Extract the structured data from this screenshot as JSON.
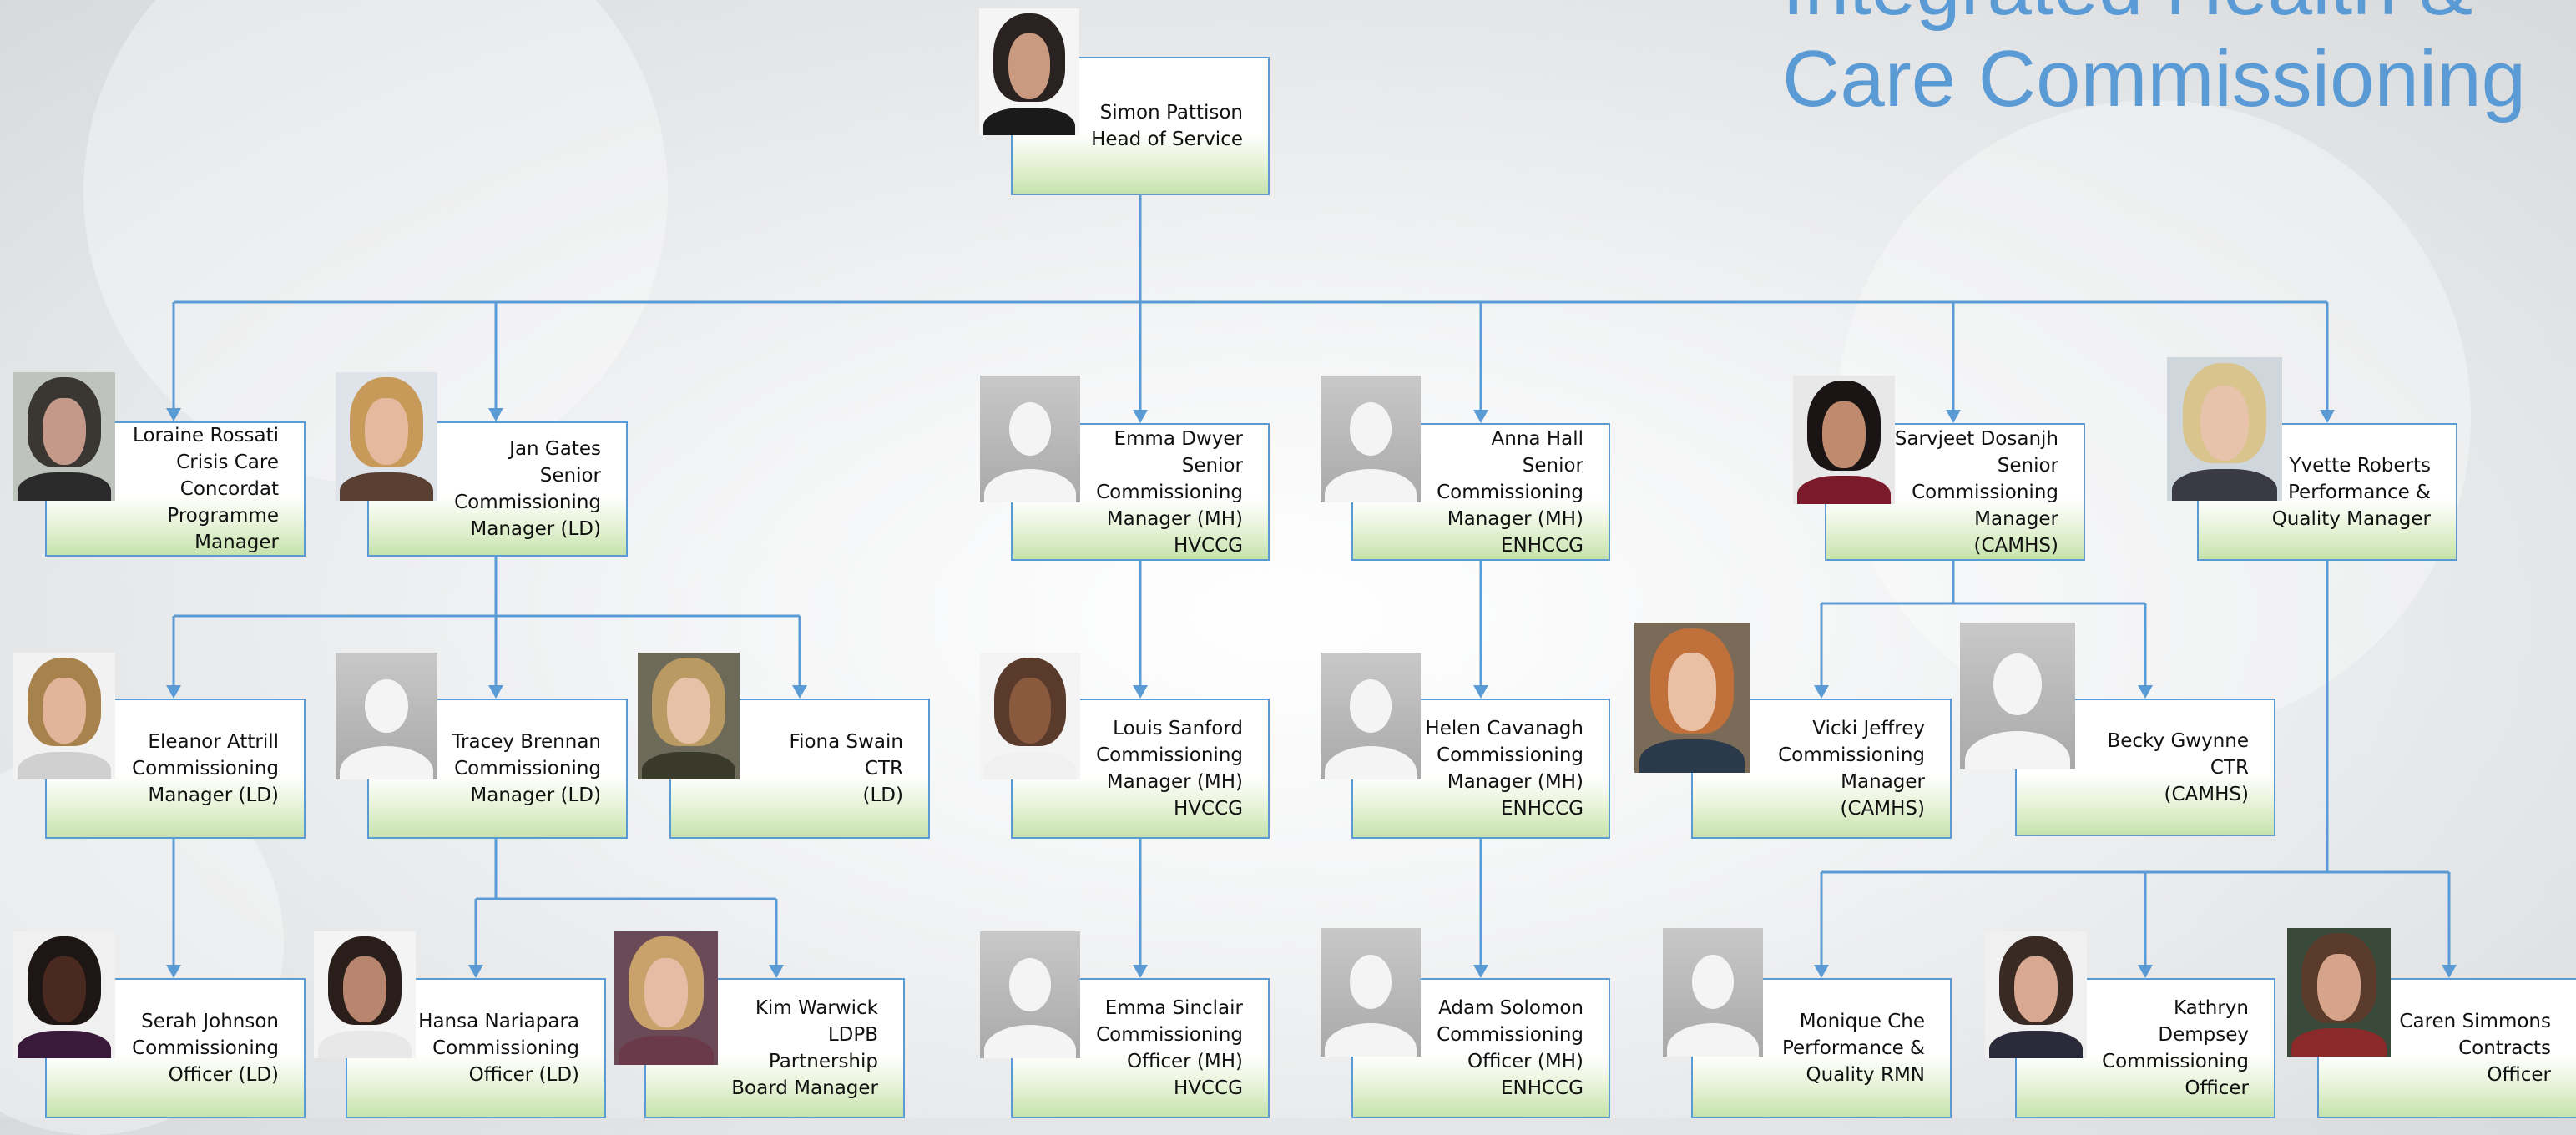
{
  "title": {
    "line1": "Integrated Health &",
    "line2": "Care Commissioning"
  },
  "colors": {
    "accent": "#5b9bd5",
    "card_border": "#5b9bd5",
    "card_fill_bottom": "#c6e3ad",
    "connector": "#5b9bd5"
  },
  "people": [
    {
      "id": "simon",
      "lines": [
        "Simon Pattison",
        "Head of Service"
      ],
      "photo": "photo"
    },
    {
      "id": "loraine",
      "lines": [
        "Loraine Rossati",
        "Crisis Care",
        "Concordat",
        "Programme",
        "Manager"
      ],
      "photo": "photo"
    },
    {
      "id": "jan",
      "lines": [
        "Jan Gates",
        "Senior",
        "Commissioning",
        "Manager (LD)"
      ],
      "photo": "photo"
    },
    {
      "id": "emmad",
      "lines": [
        "Emma Dwyer",
        "Senior",
        "Commissioning",
        "Manager (MH)",
        "HVCCG"
      ],
      "photo": "placeholder"
    },
    {
      "id": "anna",
      "lines": [
        "Anna Hall",
        "Senior",
        "Commissioning",
        "Manager (MH)",
        "ENHCCG"
      ],
      "photo": "placeholder"
    },
    {
      "id": "sarvjeet",
      "lines": [
        "Sarvjeet Dosanjh",
        "Senior",
        "Commissioning",
        "Manager",
        "(CAMHS)"
      ],
      "photo": "photo"
    },
    {
      "id": "yvette",
      "lines": [
        "Yvette Roberts",
        "Performance &",
        "Quality Manager"
      ],
      "photo": "photo"
    },
    {
      "id": "eleanor",
      "lines": [
        "Eleanor Attrill",
        "Commissioning",
        "Manager (LD)"
      ],
      "photo": "photo"
    },
    {
      "id": "tracey",
      "lines": [
        "Tracey Brennan",
        "Commissioning",
        "Manager (LD)"
      ],
      "photo": "placeholder"
    },
    {
      "id": "fiona",
      "lines": [
        "Fiona Swain",
        "CTR",
        "(LD)"
      ],
      "photo": "photo"
    },
    {
      "id": "louis",
      "lines": [
        "Louis Sanford",
        "Commissioning",
        "Manager (MH)",
        "HVCCG"
      ],
      "photo": "photo"
    },
    {
      "id": "helen",
      "lines": [
        "Helen Cavanagh",
        "Commissioning",
        "Manager (MH)",
        "ENHCCG"
      ],
      "photo": "placeholder"
    },
    {
      "id": "vicki",
      "lines": [
        "Vicki Jeffrey",
        "Commissioning",
        "Manager",
        "(CAMHS)"
      ],
      "photo": "photo"
    },
    {
      "id": "becky",
      "lines": [
        "Becky Gwynne",
        "CTR",
        "(CAMHS)"
      ],
      "photo": "placeholder"
    },
    {
      "id": "serah",
      "lines": [
        "Serah Johnson",
        "Commissioning",
        "Officer (LD)"
      ],
      "photo": "photo"
    },
    {
      "id": "hansa",
      "lines": [
        "Hansa Nariapara",
        "Commissioning",
        "Officer (LD)"
      ],
      "photo": "photo"
    },
    {
      "id": "kim",
      "lines": [
        "Kim Warwick",
        "LDPB",
        "Partnership",
        "Board Manager"
      ],
      "photo": "photo"
    },
    {
      "id": "emmas",
      "lines": [
        "Emma Sinclair",
        "Commissioning",
        "Officer (MH)",
        "HVCCG"
      ],
      "photo": "placeholder"
    },
    {
      "id": "adam",
      "lines": [
        "Adam Solomon",
        "Commissioning",
        "Officer (MH)",
        "ENHCCG"
      ],
      "photo": "placeholder"
    },
    {
      "id": "monique",
      "lines": [
        "Monique Che",
        "Performance &",
        "Quality RMN"
      ],
      "photo": "placeholder"
    },
    {
      "id": "kathryn",
      "lines": [
        "Kathryn",
        "Dempsey",
        "Commissioning",
        "Officer"
      ],
      "photo": "photo"
    },
    {
      "id": "caren",
      "lines": [
        "Caren Simmons",
        "Contracts",
        "Officer"
      ],
      "photo": "photo"
    }
  ]
}
